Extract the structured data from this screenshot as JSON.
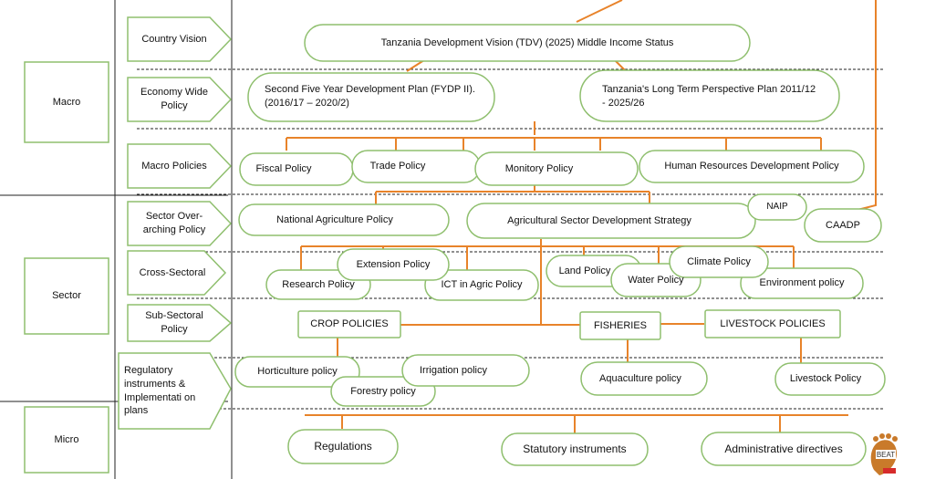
{
  "levels": {
    "macro": "Macro",
    "sector": "Sector",
    "micro": "Micro"
  },
  "rows": [
    {
      "id": "country-vision",
      "label": "Country Vision"
    },
    {
      "id": "economy-wide",
      "label": "Economy Wide Policy"
    },
    {
      "id": "macro-policies",
      "label": "Macro Policies"
    },
    {
      "id": "sector-overarching",
      "label": "Sector Over-arching Policy"
    },
    {
      "id": "cross-sectoral",
      "label": "Cross-Sectoral"
    },
    {
      "id": "sub-sectoral",
      "label": "Sub-Sectoral Policy"
    },
    {
      "id": "regulatory",
      "label": "Regulatory instruments & Implementati on plans"
    }
  ],
  "nodes": {
    "tdv": "Tanzania Development Vision (TDV) (2025) Middle Income Status",
    "fydp": "Second Five Year Development Plan (FYDP II). (2016/17 – 2020/2)",
    "ltpp": "Tanzania's Long Term Perspective Plan 2011/12 - 2025/26",
    "fiscal": "Fiscal Policy",
    "trade": "Trade Policy",
    "monitory": "Monitory Policy",
    "hrd": "Human Resources Development Policy",
    "nap": "National Agriculture Policy",
    "asds": "Agricultural Sector Development Strategy",
    "naip": "NAIP",
    "caadp": "CAADP",
    "extension": "Extension Policy",
    "research": "Research Policy",
    "ict": "ICT in Agric Policy",
    "land": "Land Policy",
    "climate": "Climate Policy",
    "water": "Water Policy",
    "environment": "Environment policy",
    "crop": "CROP POLICIES",
    "fisheries": "FISHERIES",
    "livestock_policies": "LIVESTOCK POLICIES",
    "horticulture": "Horticulture policy",
    "irrigation": "Irrigation policy",
    "forestry": "Forestry policy",
    "aquaculture": "Aquaculture policy",
    "livestock_policy": "Livestock Policy",
    "regulations": "Regulations",
    "statutory": "Statutory instruments",
    "administrative": "Administrative directives"
  },
  "logo": {
    "text": "BEAT"
  },
  "colors": {
    "green": "#8fbf6e",
    "orange": "#e8832a",
    "line": "#111111"
  }
}
